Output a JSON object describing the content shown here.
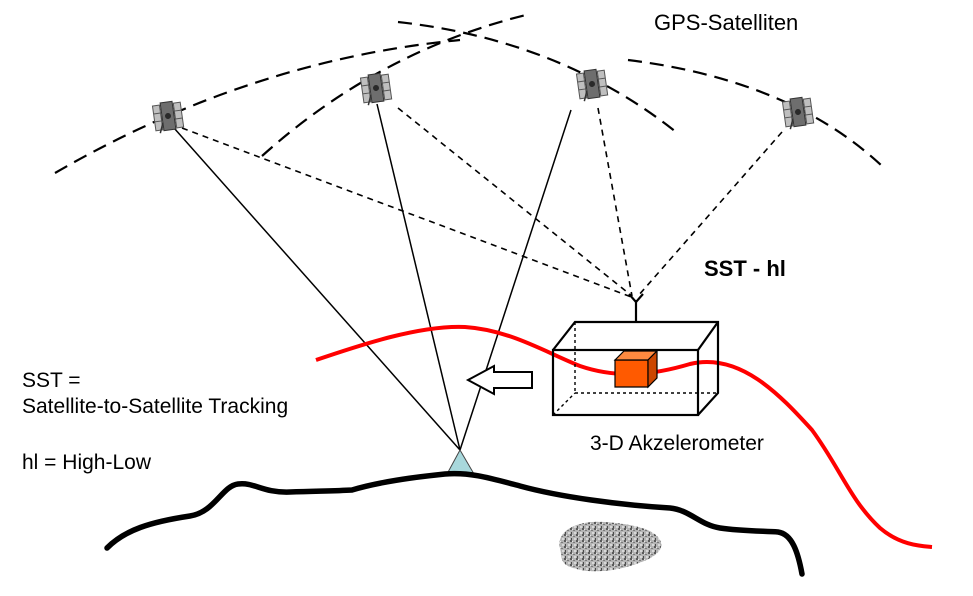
{
  "labels": {
    "gps_satellites": "GPS-Satelliten",
    "mission": "SST - hl",
    "accelerometer": "3-D Akzelerometer"
  },
  "legend": {
    "line1": "SST =",
    "line2": "Satellite-to-Satellite Tracking",
    "line3": "hl = High-Low"
  },
  "colors": {
    "gravity_curve": "#ff0000",
    "proof_mass": "#ff5a00",
    "ground_station": "#a8d8dc",
    "ground_line": "#000000",
    "mass_anomaly": "#9a9a9a"
  },
  "icons": [
    "satellite-icon",
    "antenna-icon",
    "arrow-left-icon",
    "ground-station-icon",
    "mass-anomaly-icon"
  ]
}
